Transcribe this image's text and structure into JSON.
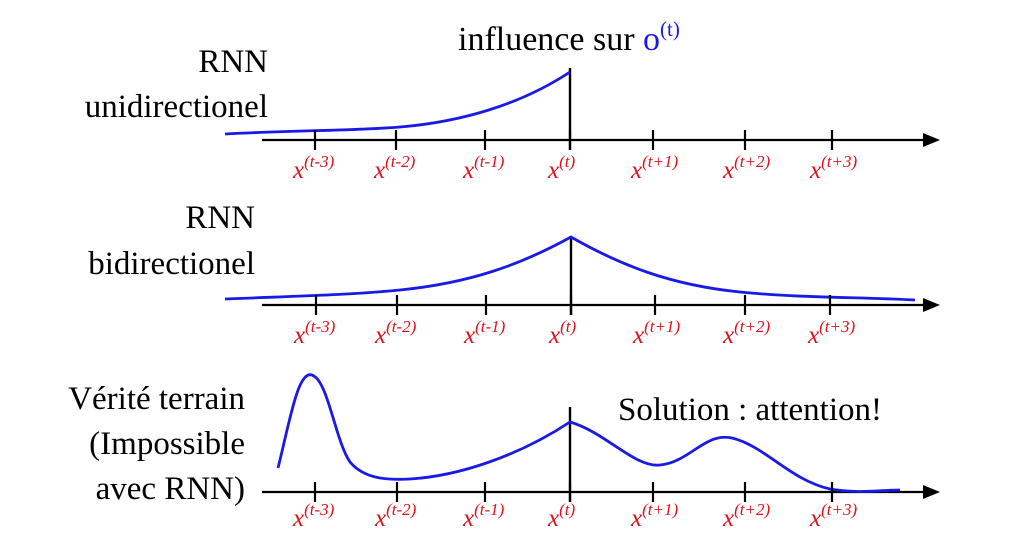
{
  "header": {
    "prefix": "influence sur ",
    "o_letter": "o",
    "o_superscript": "(t)"
  },
  "panels": [
    {
      "label_lines": [
        "RNN",
        "unidirectionel"
      ]
    },
    {
      "label_lines": [
        "RNN",
        "bidirectionel"
      ]
    },
    {
      "label_lines": [
        "Vérité terrain",
        "(Impossible",
        "avec RNN)"
      ]
    }
  ],
  "solution_text": "Solution : attention!",
  "ticks": [
    {
      "base": "x",
      "sup": "(t-3)"
    },
    {
      "base": "x",
      "sup": "(t-2)"
    },
    {
      "base": "x",
      "sup": "(t-1)"
    },
    {
      "base": "x",
      "sup": "(t)"
    },
    {
      "base": "x",
      "sup": "(t+1)"
    },
    {
      "base": "x",
      "sup": "(t+2)"
    },
    {
      "base": "x",
      "sup": "(t+3)"
    }
  ],
  "colors": {
    "curve": "#1a1ae6",
    "tick_labels": "#e0101a",
    "axis": "#000000"
  }
}
